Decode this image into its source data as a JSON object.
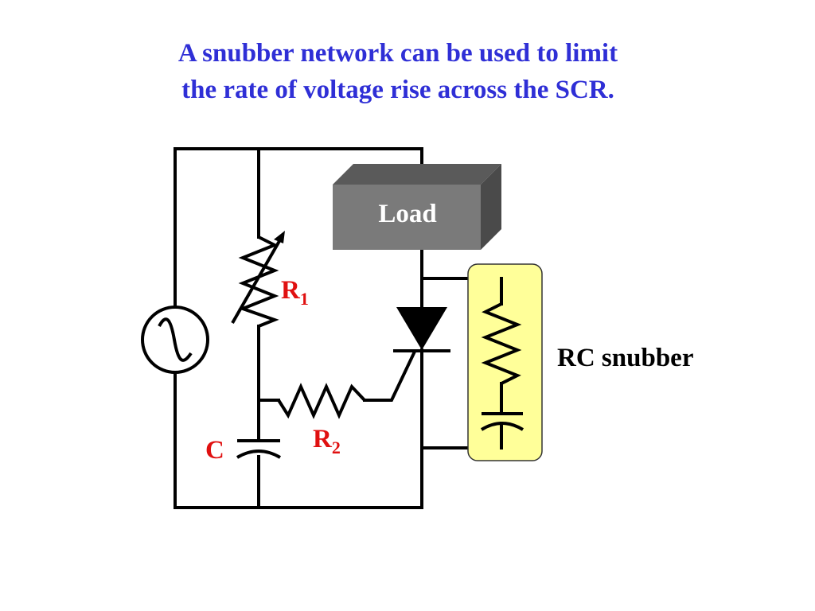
{
  "title": {
    "line1": "A snubber network can be used to limit",
    "line2": "the rate of voltage rise across the SCR."
  },
  "diagram": {
    "load_label": "Load",
    "r1_label": "R",
    "r1_sub": "1",
    "r2_label": "R",
    "r2_sub": "2",
    "c_label": "C",
    "snubber_label": "RC snubber"
  },
  "colors": {
    "title": "#2f2fd6",
    "labels": "#e01010",
    "snubber_highlight": "#ffff99",
    "load_front": "#7a7a7a",
    "load_top": "#5a5a5a",
    "load_side": "#4a4a4a"
  },
  "icons": {
    "ac_source": "ac-source-icon",
    "variable_resistor": "variable-resistor-icon",
    "resistor": "resistor-icon",
    "capacitor": "capacitor-icon",
    "scr": "scr-thyristor-icon"
  }
}
